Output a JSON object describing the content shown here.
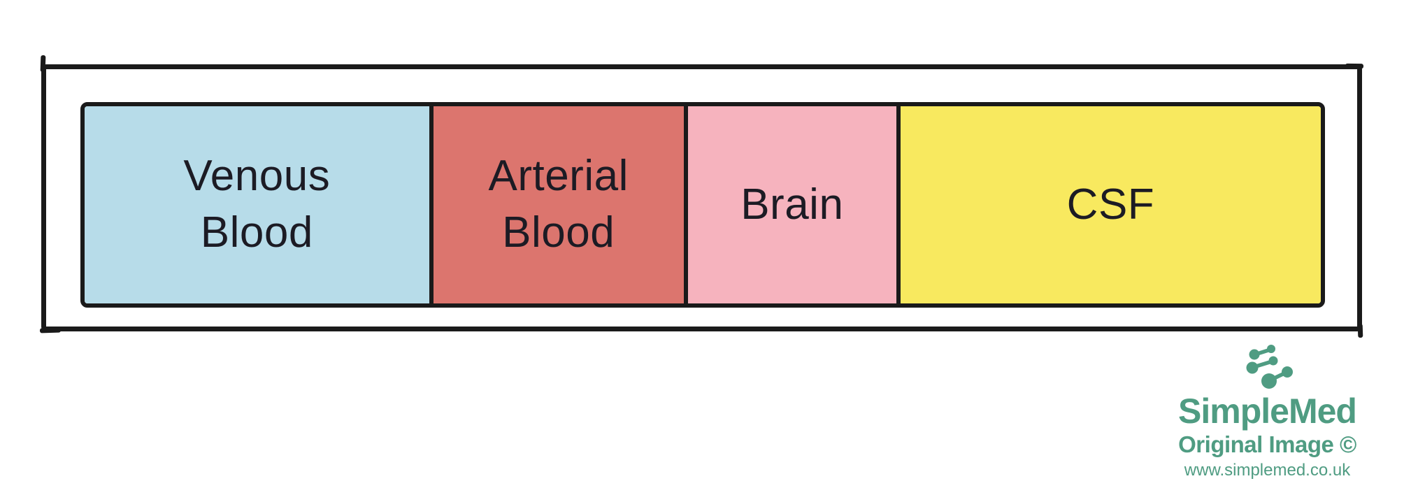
{
  "diagram": {
    "description": "Proportional bar of intracranial volume components",
    "line_color": "#1a1a1a",
    "label_color": "#1c1b24",
    "segments": [
      {
        "label": "Venous\nBlood",
        "name": "venous-blood",
        "color": "#b7dce9",
        "width_pct": 28.2
      },
      {
        "label": "Arterial\nBlood",
        "name": "arterial-blood",
        "color": "#dc756e",
        "width_pct": 20.6
      },
      {
        "label": "Brain",
        "name": "brain",
        "color": "#f6b3be",
        "width_pct": 17.2
      },
      {
        "label": "CSF",
        "name": "csf",
        "color": "#f8e95f",
        "width_pct": 34.0
      }
    ]
  },
  "watermark": {
    "brand": "SimpleMed",
    "original_label": "Original Image ©",
    "url": "www.simplemed.co.uk",
    "color": "#4f9c82",
    "icon": "molecule-dots-icon"
  }
}
